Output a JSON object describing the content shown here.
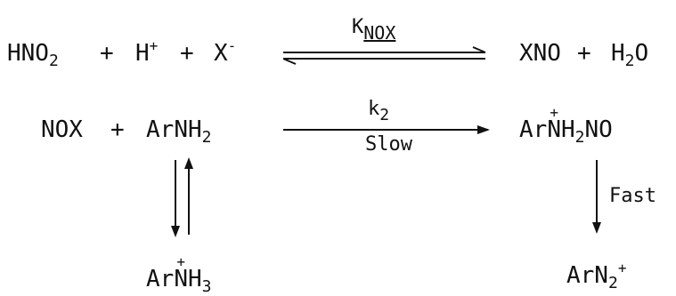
{
  "row1": {
    "hno": "HNO",
    "hno_sub": "2",
    "plus1": "+",
    "h": "H",
    "h_charge": "+",
    "plus2": "+",
    "x": "X",
    "x_charge": "-",
    "k_main": "K",
    "k_sub": "NOX",
    "xno": "XNO",
    "plus3": "+",
    "h2o_h": "H",
    "h2o_sub": "2",
    "h2o_o": "O"
  },
  "row2": {
    "nox": "NOX",
    "plus": "+",
    "ar": "Ar",
    "nh": "NH",
    "nh_sub": "2",
    "k2": "k",
    "k2_sub": "2",
    "slow": "Slow",
    "prod_ar": "Ar",
    "prod_n": "N",
    "prod_charge": "+",
    "prod_h": "H",
    "prod_sub": "2",
    "prod_no": "NO"
  },
  "side": {
    "fast": "Fast"
  },
  "row3": {
    "ar": "Ar",
    "n": "N",
    "n_charge": "+",
    "h": "H",
    "h_sub": "3",
    "arn_ar": "ArN",
    "arn_sub": "2",
    "arn_charge": "+"
  },
  "colors": {
    "ink": "#111111",
    "background": "#ffffff"
  }
}
